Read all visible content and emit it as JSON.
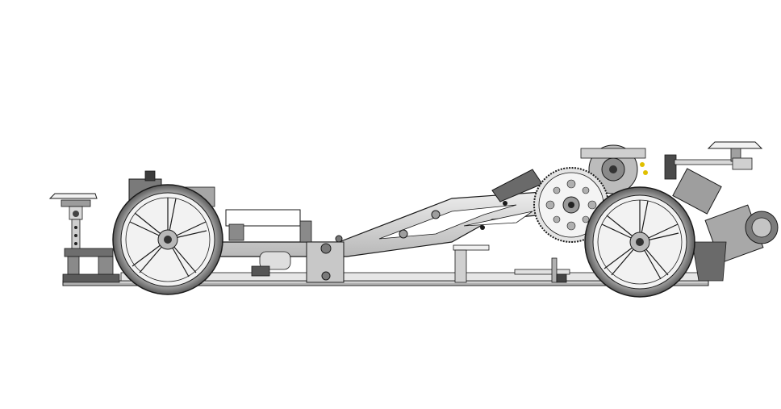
{
  "drawing": {
    "subject": "rc-car-chassis-side-view",
    "background": "#ffffff",
    "line_color": "#1a1a1a",
    "metal_fill": "#d4d4d4",
    "dark_fill": "#6e6e6e",
    "tire_fill": "#9a9a9a",
    "components": [
      "front-wheel",
      "rear-wheel",
      "chassis-plate",
      "top-deck",
      "front-body-post",
      "rear-body-post",
      "motor",
      "spur-gear",
      "rear-shock-tower",
      "front-bulkhead",
      "center-bracket",
      "servo-mount"
    ]
  }
}
